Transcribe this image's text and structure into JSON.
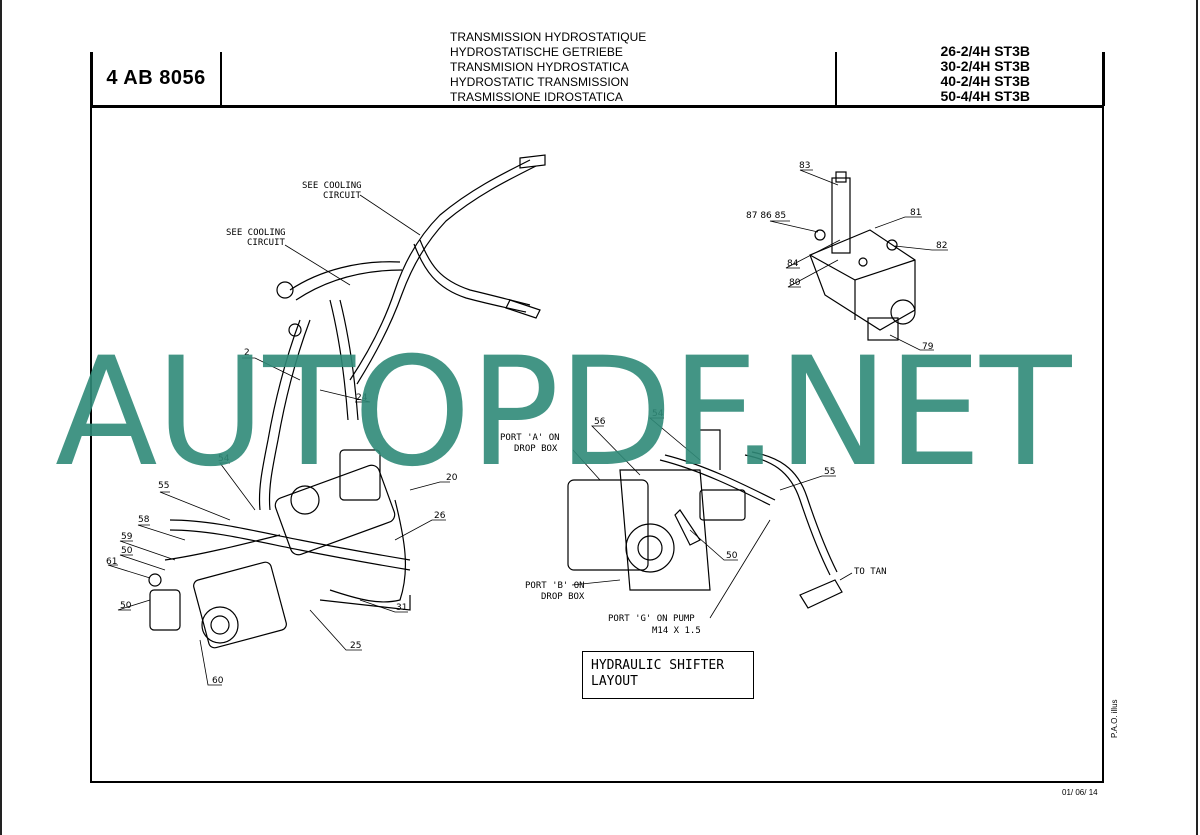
{
  "header": {
    "reference": "4 AB 8056",
    "titles": [
      "TRANSMISSION HYDROSTATIQUE",
      "HYDROSTATISCHE GETRIEBE",
      "TRANSMISION HYDROSTATICA",
      "HYDROSTATIC TRANSMISSION",
      "TRASMISSIONE IDROSTATICA"
    ],
    "models": [
      "26-2/4H ST3B",
      "30-2/4H ST3B",
      "40-2/4H ST3B",
      "50-4/4H ST3B"
    ]
  },
  "drawing": {
    "notes": {
      "cooling_1a": "SEE COOLING",
      "cooling_1b": "CIRCUIT",
      "cooling_2a": "SEE COOLING",
      "cooling_2b": "CIRCUIT",
      "port_a_1": "PORT 'A' ON",
      "port_a_2": "DROP BOX",
      "port_b_1": "PORT 'B' ON",
      "port_b_2": "DROP BOX",
      "port_g_1": "PORT 'G' ON PUMP",
      "port_g_2": "M14 X 1.5",
      "to_tank": "TO TAN"
    },
    "callouts": {
      "c2": "2",
      "c24": "24",
      "c20": "20",
      "c26": "26",
      "c31": "31",
      "c25": "25",
      "c60": "60",
      "c54a": "54",
      "c55a": "55",
      "c58": "58",
      "c59": "59",
      "c50a": "50",
      "c61": "61",
      "c50b": "50",
      "c83": "83",
      "c878685": "87 86 85",
      "c81": "81",
      "c82": "82",
      "c84": "84",
      "c80": "80",
      "c79": "79",
      "c56": "56",
      "c54b": "54",
      "c55b": "55",
      "c50c": "50"
    },
    "layout_title_1": "HYDRAULIC SHIFTER",
    "layout_title_2": "LAYOUT"
  },
  "footer": {
    "illustrator": "P.A.O. illus",
    "date": "01/ 06/ 14"
  },
  "watermark": "AUTOPDF.NET"
}
